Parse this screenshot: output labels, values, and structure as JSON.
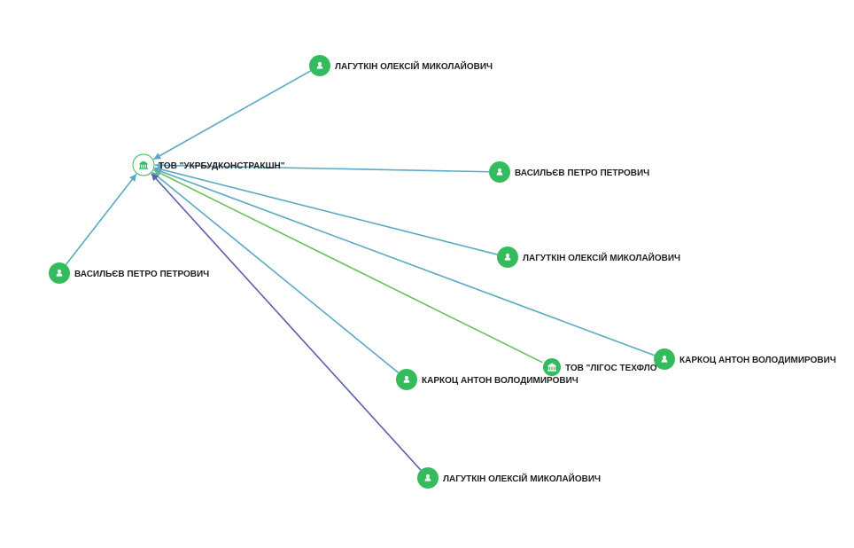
{
  "graph": {
    "colors": {
      "node_green": "#33bb5d",
      "edge_blue": "#5aaac4",
      "edge_green": "#6cbf5e",
      "edge_purple": "#5b5fa8",
      "label_text": "#1f1f1f"
    },
    "center_node": {
      "id": "center",
      "label": "ТОВ \"УКРБУДКОНСТРАКШН\"",
      "type": "company",
      "icon": "building-icon"
    },
    "nodes": [
      {
        "id": "n1",
        "label": "ЛАГУТКІН ОЛЕКСІЙ МИКОЛАЙОВИЧ",
        "type": "person",
        "icon": "person-icon"
      },
      {
        "id": "n2",
        "label": "ВАСИЛЬЄВ ПЕТРО ПЕТРОВИЧ",
        "type": "person",
        "icon": "person-icon"
      },
      {
        "id": "n3",
        "label": "ЛАГУТКІН ОЛЕКСІЙ МИКОЛАЙОВИЧ",
        "type": "person",
        "icon": "person-icon"
      },
      {
        "id": "n4",
        "label": "ВАСИЛЬЄВ ПЕТРО ПЕТРОВИЧ",
        "type": "person",
        "icon": "person-icon"
      },
      {
        "id": "n5",
        "label": "КАРКОЦ АНТОН ВОЛОДИМИРОВИЧ",
        "type": "person",
        "icon": "person-icon"
      },
      {
        "id": "n6",
        "label": "ТОВ \"ЛІГОС ТЕХФЛО\"",
        "type": "company",
        "icon": "building-icon"
      },
      {
        "id": "n7",
        "label": "КАРКОЦ АНТОН ВОЛОДИМИРОВИЧ",
        "type": "person",
        "icon": "person-icon"
      },
      {
        "id": "n8",
        "label": "ЛАГУТКІН ОЛЕКСІЙ МИКОЛАЙОВИЧ",
        "type": "person",
        "icon": "person-icon"
      }
    ],
    "edges": [
      {
        "from": "n1",
        "to": "center",
        "color": "edge_blue"
      },
      {
        "from": "n2",
        "to": "center",
        "color": "edge_blue"
      },
      {
        "from": "n3",
        "to": "center",
        "color": "edge_blue"
      },
      {
        "from": "n4",
        "to": "center",
        "color": "edge_blue"
      },
      {
        "from": "n5",
        "to": "center",
        "color": "edge_blue"
      },
      {
        "from": "n6",
        "to": "center",
        "color": "edge_green"
      },
      {
        "from": "n7",
        "to": "center",
        "color": "edge_blue"
      },
      {
        "from": "n8",
        "to": "center",
        "color": "edge_purple"
      }
    ]
  }
}
